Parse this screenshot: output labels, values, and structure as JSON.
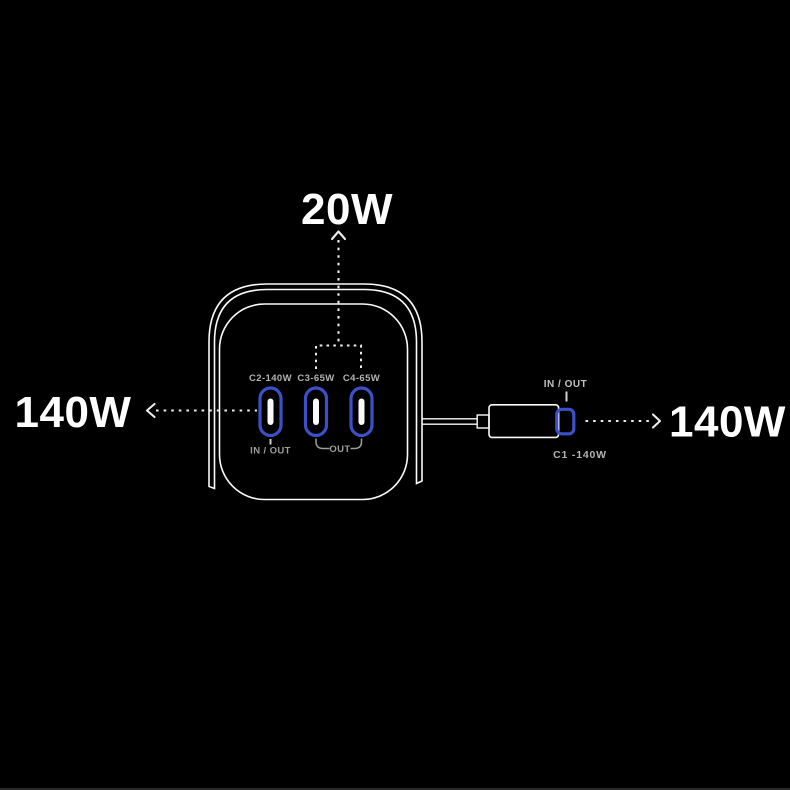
{
  "colors": {
    "background": "#000000",
    "line": "#fafafa",
    "dash": "#ededed",
    "port_blue": "#3c51c8",
    "power_text": "#ffffff",
    "label_gray": "#b3b3b3",
    "io_gray": "#9e9e9e",
    "tick_gray": "#cfcfcf",
    "plug_label_gray": "#c2c2c2",
    "edge_strip": "#2a2a2a"
  },
  "power_labels": {
    "top": "20W",
    "left": "140W",
    "right": "140W"
  },
  "charger": {
    "ports": [
      {
        "label": "C2-140W"
      },
      {
        "label": "C3-65W"
      },
      {
        "label": "C4-65W"
      }
    ],
    "c2_direction": "IN / OUT",
    "c3_c4_direction": "OUT"
  },
  "plug": {
    "direction": "IN / OUT",
    "label": "C1 -140W"
  }
}
